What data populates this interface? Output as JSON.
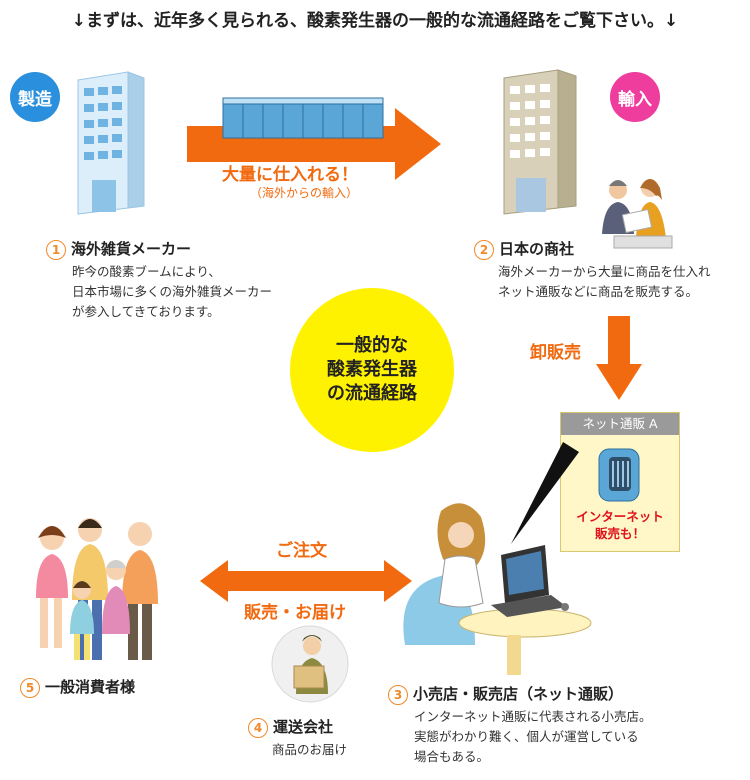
{
  "heading": "↓まずは、近年多く見られる、酸素発生器の一般的な流通経路をご覧下さい。↓",
  "badges": {
    "manufacture": {
      "label": "製造",
      "color": "#2a8fdc"
    },
    "import": {
      "label": "輸入",
      "color": "#ee3d9c"
    }
  },
  "arrows": {
    "bulk_purchase": "大量に仕入れる！",
    "bulk_purchase_sub": "（海外からの輸入）",
    "wholesale": "卸販売",
    "order": "ご注文",
    "sale_delivery": "販売・お届け"
  },
  "center": {
    "line1": "一般的な",
    "line2": "酸素発生器",
    "line3": "の流通経路"
  },
  "steps": [
    {
      "num": "1",
      "title": "海外雑貨メーカー",
      "desc": [
        "昨今の酸素ブームにより、",
        "日本市場に多くの海外雑貨メーカー",
        "が参入してきております。"
      ]
    },
    {
      "num": "2",
      "title": "日本の商社",
      "desc": [
        "海外メーカーから大量に商品を仕入れ",
        "ネット通販などに商品を販売する。"
      ]
    },
    {
      "num": "3",
      "title": "小売店・販売店（ネット通販）",
      "desc": [
        "インターネット通販に代表される小売店。",
        "実態がわかり難く、個人が運営している",
        "場合もある。"
      ]
    },
    {
      "num": "4",
      "title": "運送会社",
      "desc": [
        "商品のお届け"
      ]
    },
    {
      "num": "5",
      "title": "一般消費者様",
      "desc": []
    }
  ],
  "net_shop": {
    "header": "ネット通販 A",
    "caption1": "インターネット",
    "caption2": "販売も！"
  },
  "colors": {
    "arrow": "#f26a10",
    "circle": "#fff200",
    "step_number": "#f08a2a",
    "net_caption": "#e0101c"
  }
}
